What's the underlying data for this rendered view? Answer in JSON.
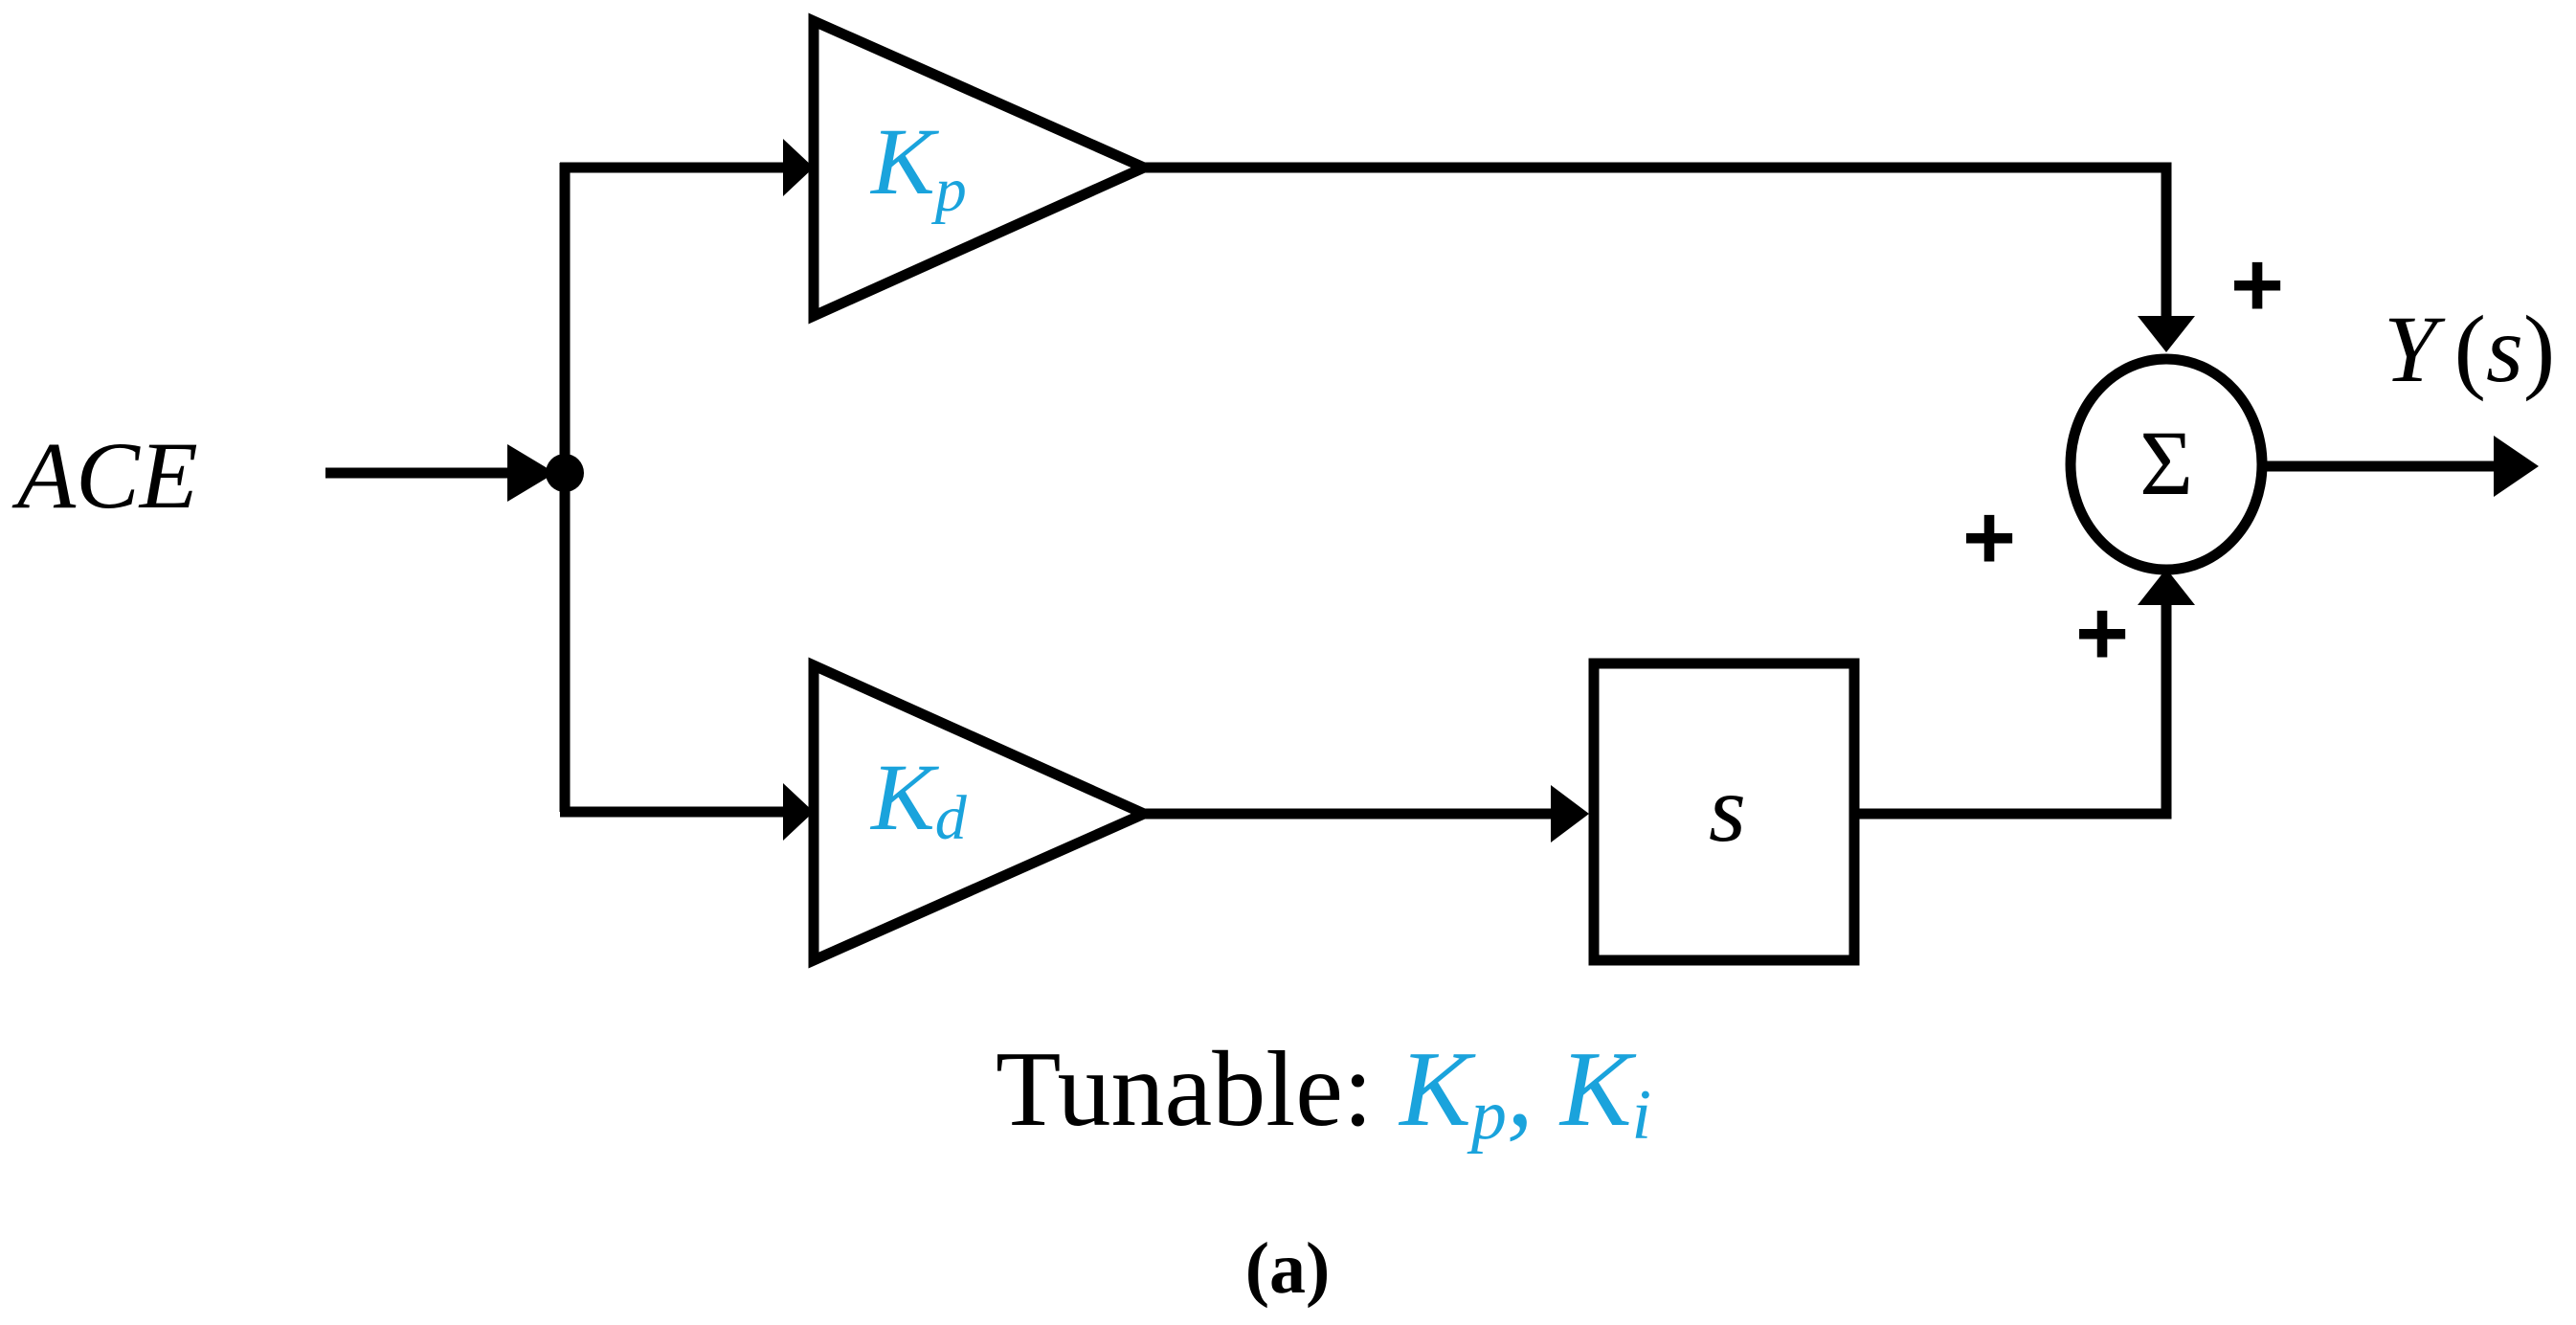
{
  "colors": {
    "stroke": "#000000",
    "gain_label": "#1aa3dc",
    "background": "#ffffff"
  },
  "input_label": "ACE",
  "gain_top": {
    "symbol": "K",
    "subscript": "p"
  },
  "gain_bottom": {
    "symbol": "K",
    "subscript": "d"
  },
  "derivative_block": {
    "label": "s"
  },
  "summer": {
    "symbol": "Σ",
    "sign_top": "+",
    "sign_left": "+",
    "sign_bottom": "+"
  },
  "output_label": {
    "name": "Y",
    "paren_open": "(",
    "arg": "s",
    "paren_close": ")"
  },
  "tunable": {
    "prefix": "Tunable: ",
    "gain1_symbol": "K",
    "gain1_subscript": "p",
    "separator": ", ",
    "gain2_symbol": "K",
    "gain2_subscript": "i"
  },
  "caption": "(a)"
}
